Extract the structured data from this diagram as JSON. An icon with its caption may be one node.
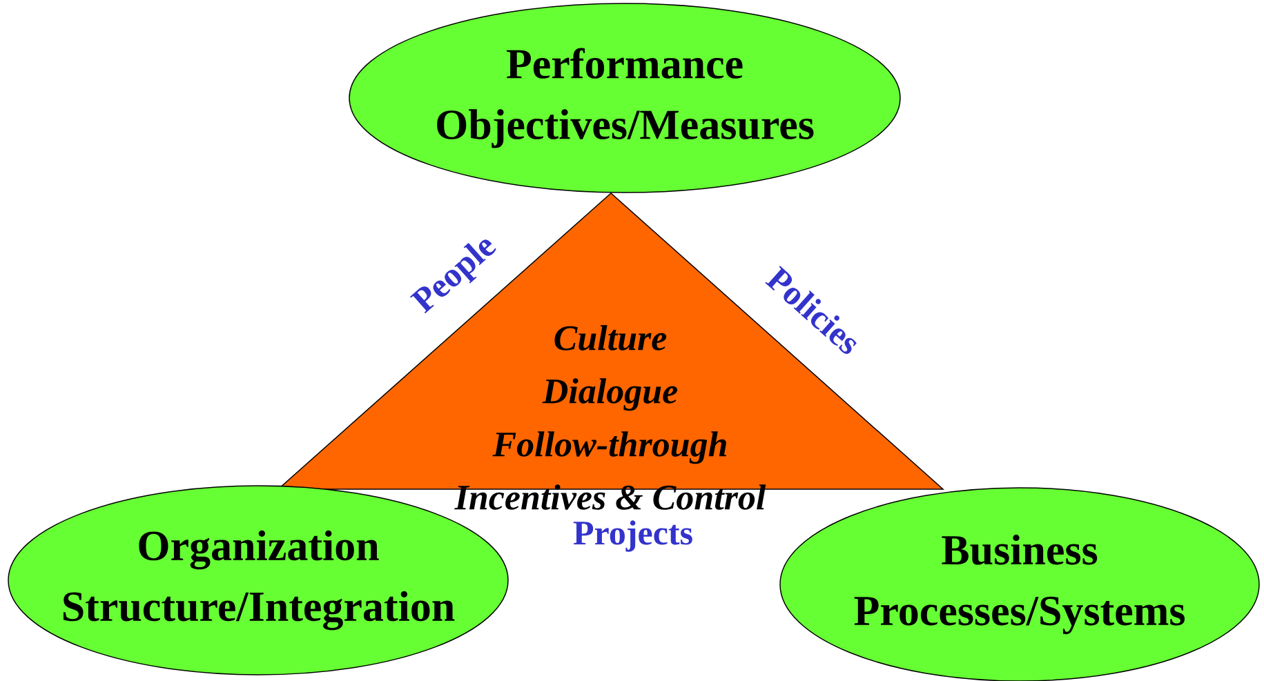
{
  "diagram": {
    "nodes": [
      {
        "text": [
          "Performance Objectives/Measures"
        ]
      },
      {
        "text": [
          "Culture",
          "Dialogue",
          "Follow-through",
          "Incentives & Control"
        ]
      },
      {
        "text": [
          "Organization Structure/Integration"
        ]
      },
      {
        "text": [
          "Business Processes/Systems"
        ]
      }
    ],
    "labels": [
      "People",
      "Policies",
      "Projects"
    ]
  }
}
